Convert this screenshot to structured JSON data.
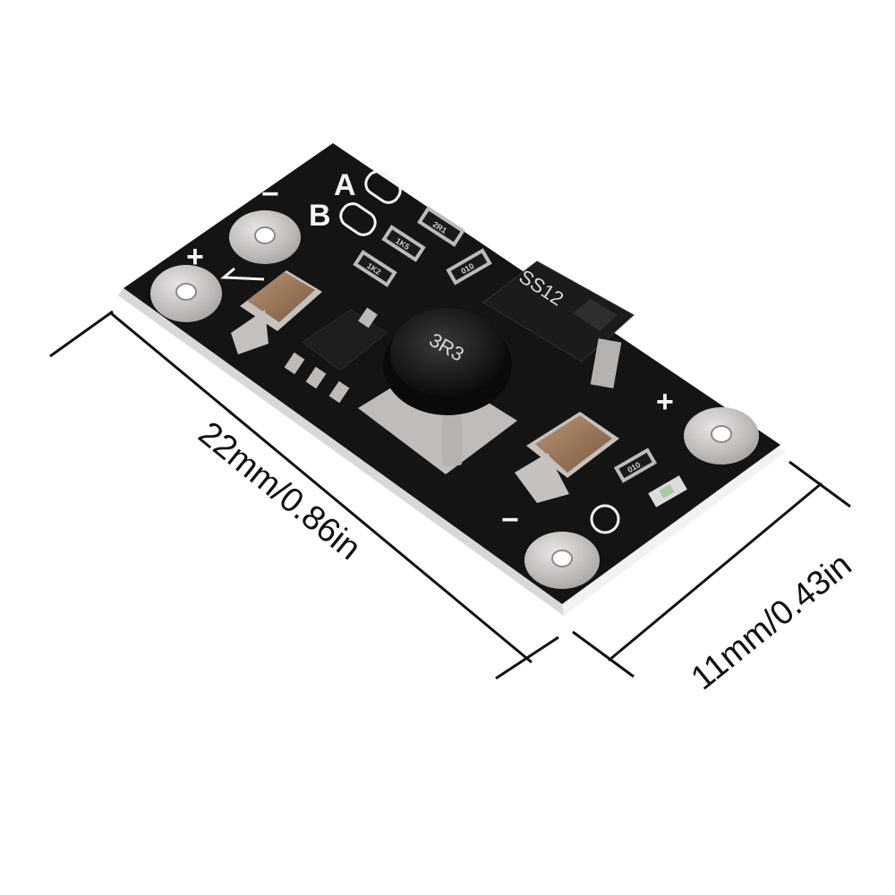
{
  "dimensions": {
    "length_label": "22mm/0.86in",
    "width_label": "11mm/0.43in"
  },
  "board": {
    "silkscreen": {
      "label_a": "A",
      "label_b": "B",
      "plus_left": "+",
      "minus_left": "−",
      "plus_right": "+",
      "minus_right": "−"
    },
    "components": {
      "inductor_marking": "3R3",
      "diode_marking": "SS12",
      "resistor_1": "2R1",
      "resistor_2": "1K5",
      "resistor_3": "1K2",
      "resistor_4": "010",
      "resistor_5": "010"
    }
  },
  "colors": {
    "pcb": "#141414",
    "pad": "#c9c6c4",
    "capacitor": "#9c7a5c",
    "silkscreen": "#f4f4f4"
  }
}
